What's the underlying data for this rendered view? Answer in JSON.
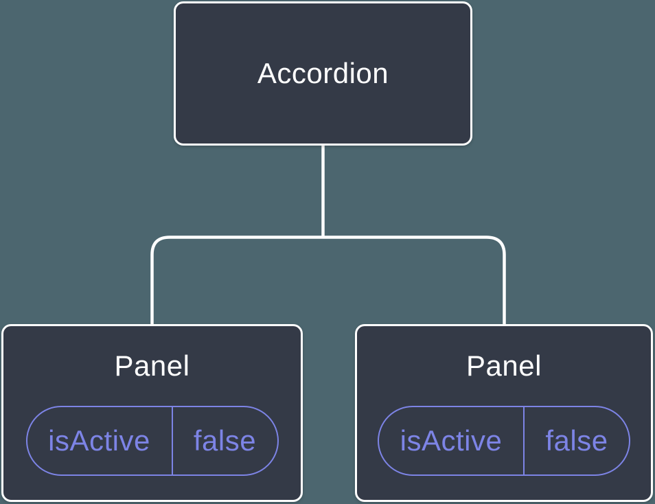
{
  "diagram": {
    "root": {
      "label": "Accordion"
    },
    "panels": [
      {
        "label": "Panel",
        "state": {
          "name": "isActive",
          "value": "false"
        }
      },
      {
        "label": "Panel",
        "state": {
          "name": "isActive",
          "value": "false"
        }
      }
    ],
    "colors": {
      "background": "#4C666F",
      "node_fill": "#343A47",
      "node_border": "#FFFFFF",
      "connector": "#FFFFFF",
      "state_accent": "#7D84E6",
      "label_text": "#FFFFFF"
    }
  }
}
